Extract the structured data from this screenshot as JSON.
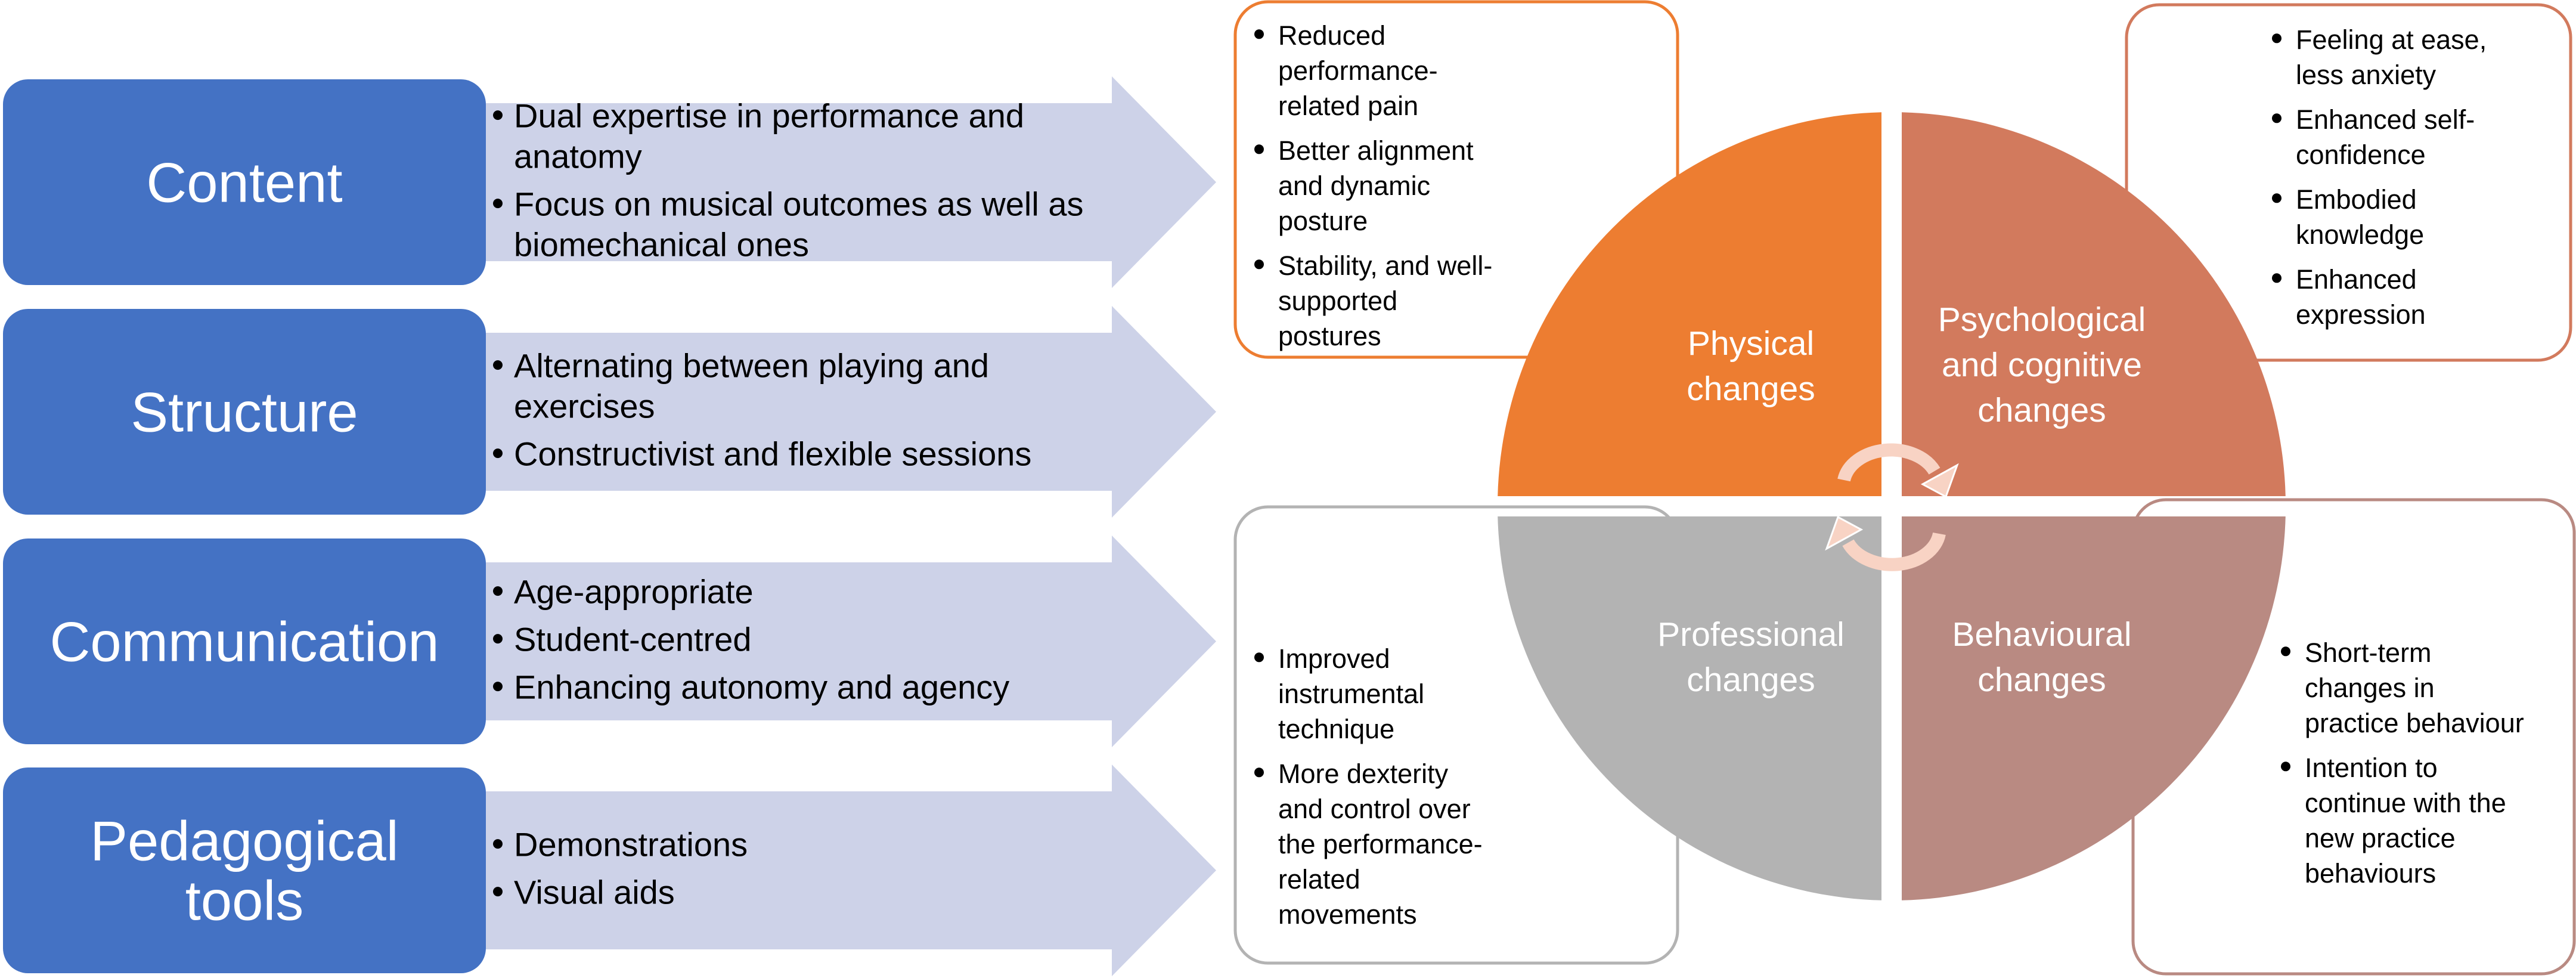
{
  "colors": {
    "row_block": "#4472C4",
    "arrow": "#CDD2E8",
    "physical": "#ED7D31",
    "psychological": "#D27A5D",
    "professional": "#B3B3B3",
    "behavioural": "#B98A82",
    "physical_box_border": "#ED7D31",
    "psychological_box_border": "#D27A5D",
    "professional_box_border": "#B3B3B3",
    "behavioural_box_border": "#B98A82",
    "cycle_arrow": "#F8D3C4"
  },
  "rows": [
    {
      "title_lines": [
        "Content"
      ],
      "bullets": [
        {
          "lines": [
            "Dual expertise in performance and",
            "anatomy"
          ]
        },
        {
          "lines": [
            "Focus on musical outcomes as well as",
            "biomechanical ones"
          ]
        }
      ]
    },
    {
      "title_lines": [
        "Structure"
      ],
      "bullets": [
        {
          "lines": [
            "Alternating between playing and",
            "exercises"
          ]
        },
        {
          "lines": [
            "Constructivist and flexible sessions"
          ]
        }
      ]
    },
    {
      "title_lines": [
        "Communication"
      ],
      "bullets": [
        {
          "lines": [
            "Age-appropriate"
          ]
        },
        {
          "lines": [
            "Student-centred"
          ]
        },
        {
          "lines": [
            "Enhancing autonomy and agency"
          ]
        }
      ]
    },
    {
      "title_lines": [
        "Pedagogical",
        "tools"
      ],
      "bullets": [
        {
          "lines": [
            "Demonstrations"
          ]
        },
        {
          "lines": [
            "Visual aids"
          ]
        }
      ]
    }
  ],
  "quadrants": {
    "physical": {
      "lines": [
        "Physical",
        "changes"
      ]
    },
    "psychological": {
      "lines": [
        "Psychological",
        "and cognitive",
        "changes"
      ]
    },
    "professional": {
      "lines": [
        "Professional",
        "changes"
      ]
    },
    "behavioural": {
      "lines": [
        "Behavioural",
        "changes"
      ]
    }
  },
  "outcome_boxes": {
    "physical": {
      "bullets": [
        {
          "lines": [
            "Reduced",
            "performance-",
            "related pain"
          ]
        },
        {
          "lines": [
            "Better alignment",
            "and dynamic",
            "posture"
          ]
        },
        {
          "lines": [
            "Stability, and well-",
            "supported",
            "postures"
          ]
        }
      ]
    },
    "psychological": {
      "bullets": [
        {
          "lines": [
            "Feeling at ease,",
            "less anxiety"
          ]
        },
        {
          "lines": [
            "Enhanced self-",
            "confidence"
          ]
        },
        {
          "lines": [
            "Embodied",
            "knowledge"
          ]
        },
        {
          "lines": [
            "Enhanced",
            "expression"
          ]
        }
      ]
    },
    "professional": {
      "bullets": [
        {
          "lines": [
            "Improved",
            "instrumental",
            "technique"
          ]
        },
        {
          "lines": [
            "More dexterity",
            "and control over",
            "the performance-",
            "related",
            "movements"
          ]
        }
      ]
    },
    "behavioural": {
      "bullets": [
        {
          "lines": [
            "Short-term",
            "changes in",
            "practice behaviour"
          ]
        },
        {
          "lines": [
            "Intention to",
            "continue with the",
            "new practice",
            "behaviours"
          ]
        }
      ]
    }
  }
}
